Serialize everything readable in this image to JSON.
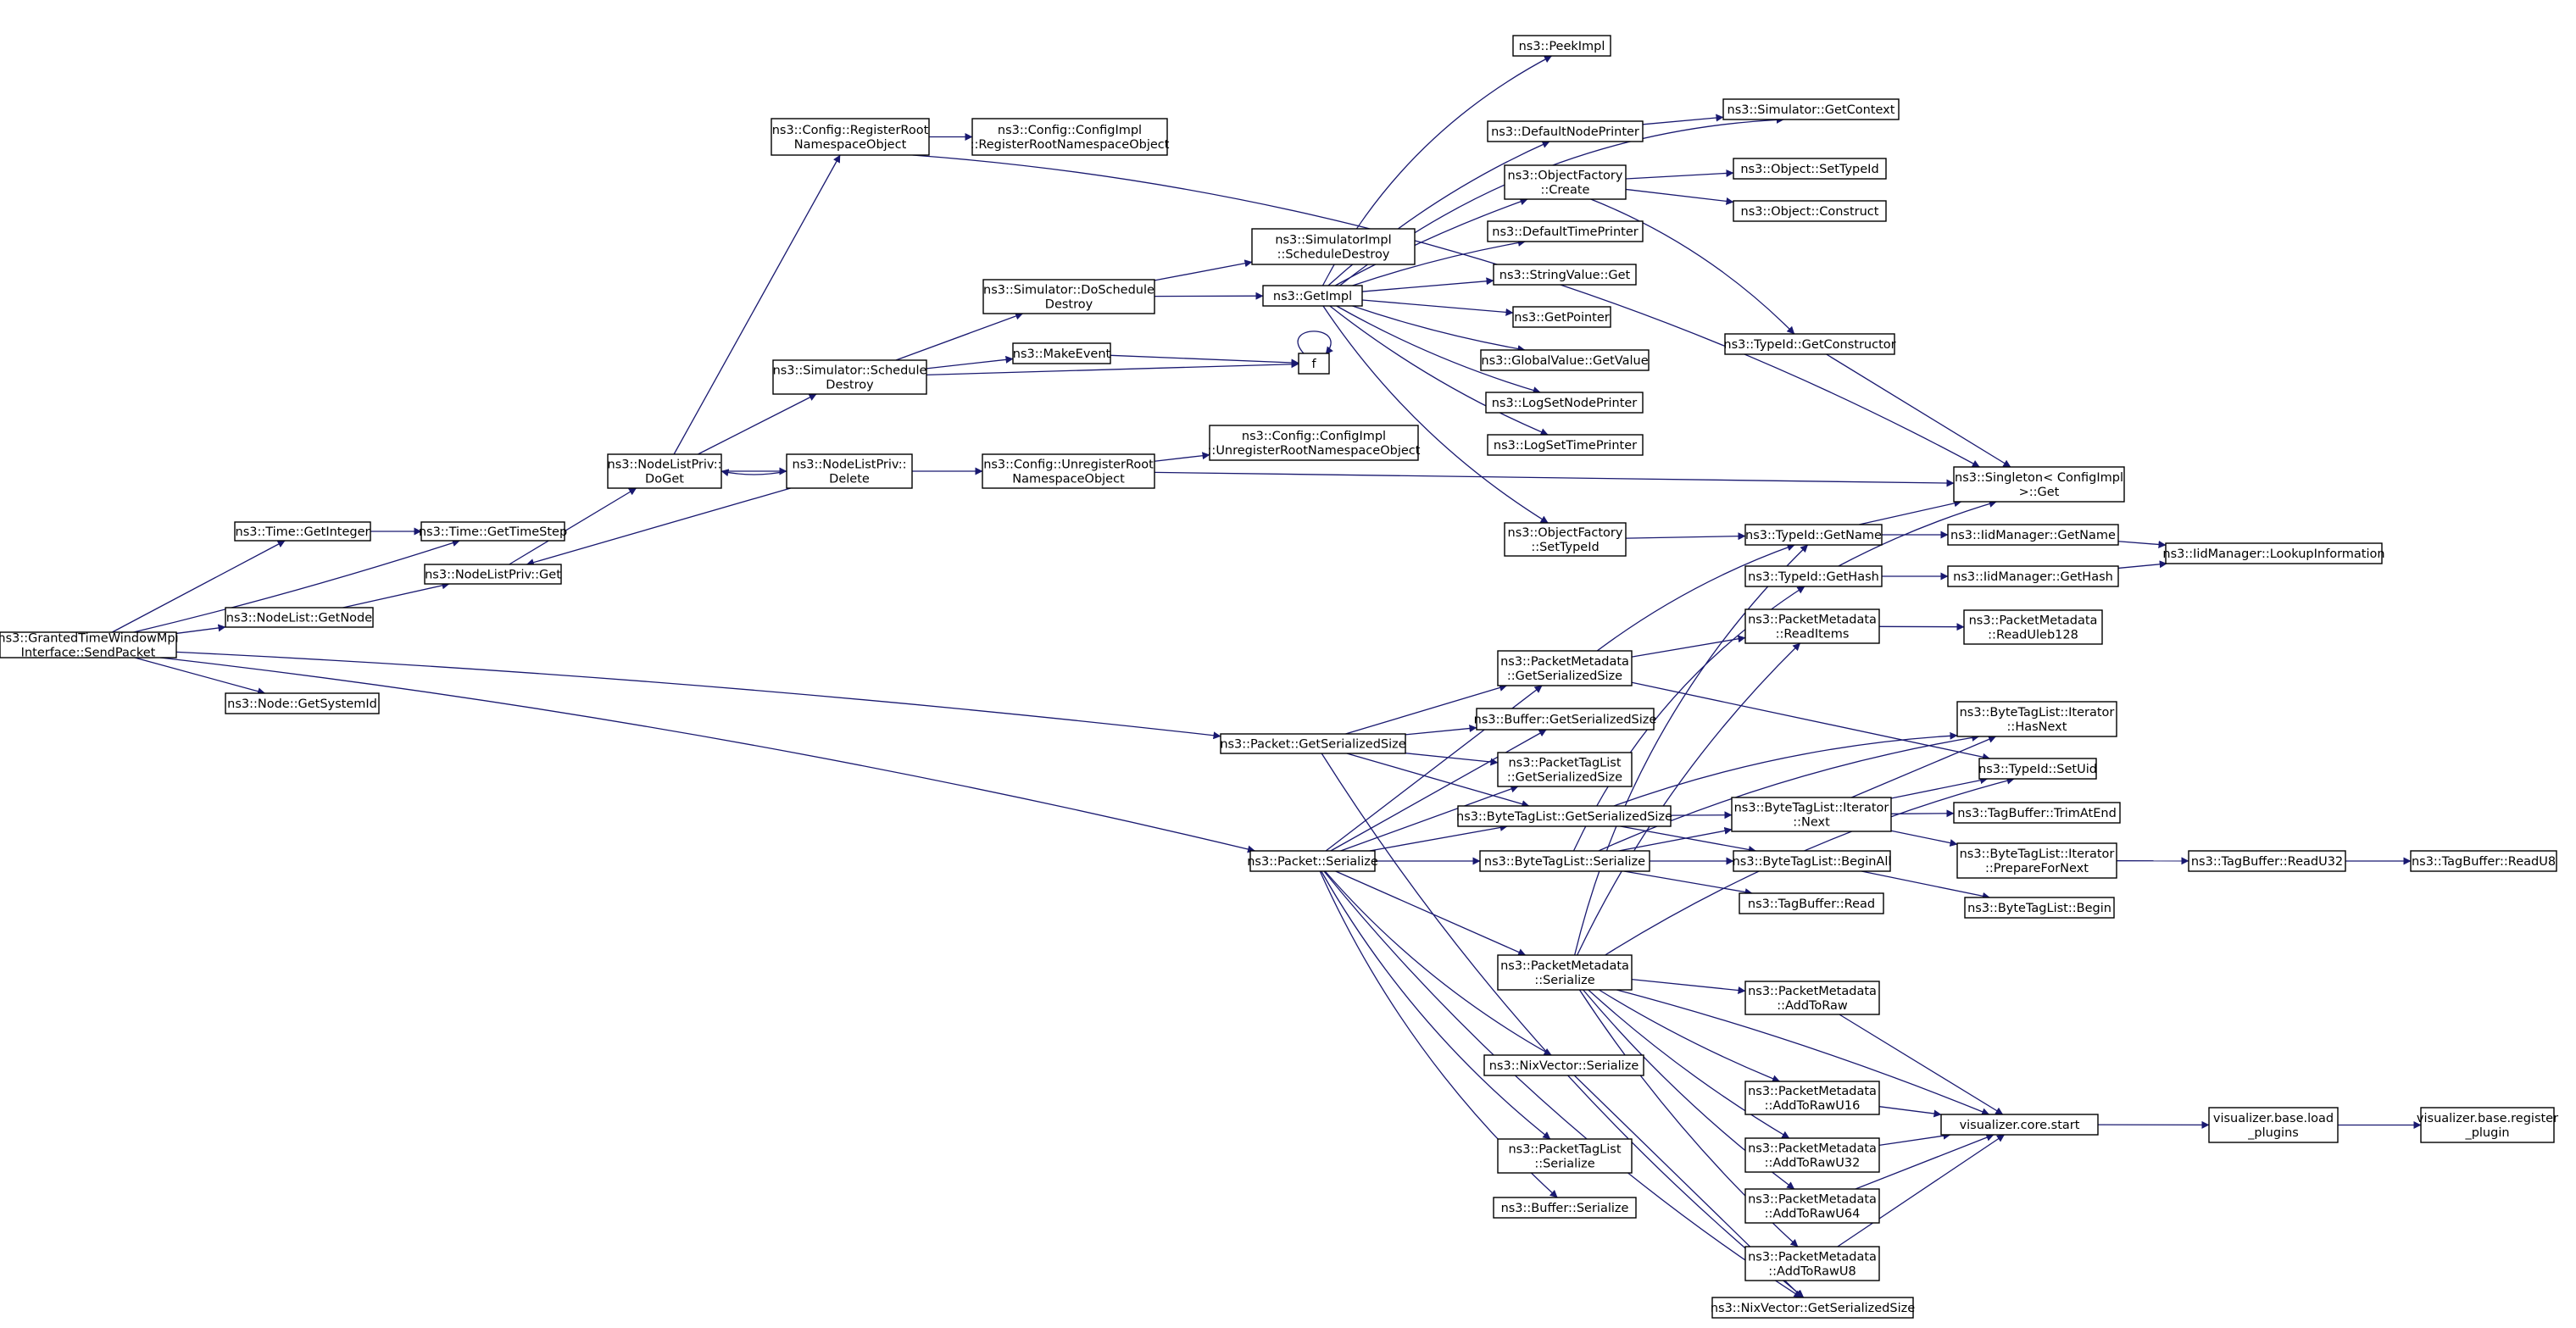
{
  "colors": {
    "edge": "#191970",
    "node_border": "#000000",
    "node_border_undocumented": "#ff0000",
    "root_fill": "#bfbfbf",
    "background": "#ffffff"
  },
  "nodes": [
    {
      "id": "root",
      "label": [
        "ns3::GrantedTimeWindowMpi",
        "Interface::SendPacket"
      ],
      "root": true
    },
    {
      "id": "time_getinteger",
      "label": [
        "ns3::Time::GetInteger"
      ]
    },
    {
      "id": "time_gettimestep",
      "label": [
        "ns3::Time::GetTimeStep"
      ]
    },
    {
      "id": "nodelist_getnode",
      "label": [
        "ns3::NodeList::GetNode"
      ]
    },
    {
      "id": "nodelistpriv_get",
      "label": [
        "ns3::NodeListPriv::Get"
      ]
    },
    {
      "id": "nodelistpriv_doget",
      "label": [
        "ns3::NodeListPriv::",
        "DoGet"
      ]
    },
    {
      "id": "nodelistpriv_delete",
      "label": [
        "ns3::NodeListPriv::",
        "Delete"
      ]
    },
    {
      "id": "config_registerroot",
      "label": [
        "ns3::Config::RegisterRoot",
        "NamespaceObject"
      ]
    },
    {
      "id": "configimpl_registerroot",
      "label": [
        "ns3::Config::ConfigImpl",
        "::RegisterRootNamespaceObject"
      ]
    },
    {
      "id": "simulator_scheduledestroy",
      "label": [
        "ns3::Simulator::Schedule",
        "Destroy"
      ]
    },
    {
      "id": "simulator_doscheduledestroy",
      "label": [
        "ns3::Simulator::DoSchedule",
        "Destroy"
      ]
    },
    {
      "id": "simulatorimpl_scheduledestroy",
      "label": [
        "ns3::SimulatorImpl",
        "::ScheduleDestroy"
      ]
    },
    {
      "id": "makeevent",
      "label": [
        "ns3::MakeEvent"
      ]
    },
    {
      "id": "f",
      "label": [
        "f"
      ]
    },
    {
      "id": "getimpl",
      "label": [
        "ns3::GetImpl"
      ]
    },
    {
      "id": "config_unregisterroot",
      "label": [
        "ns3::Config::UnregisterRoot",
        "NamespaceObject"
      ]
    },
    {
      "id": "configimpl_unregisterroot",
      "label": [
        "ns3::Config::ConfigImpl",
        "::UnregisterRootNamespaceObject"
      ]
    },
    {
      "id": "peekimpl",
      "label": [
        "ns3::PeekImpl"
      ]
    },
    {
      "id": "defaultnodeprinter",
      "label": [
        "ns3::DefaultNodePrinter"
      ]
    },
    {
      "id": "simulator_getcontext",
      "label": [
        "ns3::Simulator::GetContext"
      ],
      "undocumented": true
    },
    {
      "id": "objectfactory_create",
      "label": [
        "ns3::ObjectFactory",
        "::Create"
      ]
    },
    {
      "id": "object_settypeid",
      "label": [
        "ns3::Object::SetTypeId"
      ],
      "undocumented": true
    },
    {
      "id": "object_construct",
      "label": [
        "ns3::Object::Construct"
      ],
      "undocumented": true
    },
    {
      "id": "defaulttimeprinter",
      "label": [
        "ns3::DefaultTimePrinter"
      ],
      "undocumented": true
    },
    {
      "id": "stringvalue_get",
      "label": [
        "ns3::StringValue::Get"
      ]
    },
    {
      "id": "getpointer",
      "label": [
        "ns3::GetPointer"
      ]
    },
    {
      "id": "globalvalue_getvalue",
      "label": [
        "ns3::GlobalValue::GetValue"
      ],
      "undocumented": true
    },
    {
      "id": "typeid_getconstructor",
      "label": [
        "ns3::TypeId::GetConstructor"
      ],
      "undocumented": true
    },
    {
      "id": "logsetnodeprinter",
      "label": [
        "ns3::LogSetNodePrinter"
      ]
    },
    {
      "id": "logsettimeprinter",
      "label": [
        "ns3::LogSetTimePrinter"
      ],
      "undocumented": true
    },
    {
      "id": "singleton_get",
      "label": [
        "ns3::Singleton< ConfigImpl",
        ">::Get"
      ]
    },
    {
      "id": "objectfactory_settypeid",
      "label": [
        "ns3::ObjectFactory",
        "::SetTypeId"
      ]
    },
    {
      "id": "typeid_getname",
      "label": [
        "ns3::TypeId::GetName"
      ]
    },
    {
      "id": "iidmanager_getname",
      "label": [
        "ns3::IidManager::GetName"
      ]
    },
    {
      "id": "iidmanager_lookupinformation",
      "label": [
        "ns3::IidManager::LookupInformation"
      ]
    },
    {
      "id": "typeid_gethash",
      "label": [
        "ns3::TypeId::GetHash"
      ]
    },
    {
      "id": "iidmanager_gethash",
      "label": [
        "ns3::IidManager::GetHash"
      ]
    },
    {
      "id": "packetmetadata_readitems",
      "label": [
        "ns3::PacketMetadata",
        "::ReadItems"
      ]
    },
    {
      "id": "packetmetadata_readuleb128",
      "label": [
        "ns3::PacketMetadata",
        "::ReadUleb128"
      ]
    },
    {
      "id": "node_getsystemid",
      "label": [
        "ns3::Node::GetSystemId"
      ]
    },
    {
      "id": "packetmetadata_getserializedsize",
      "label": [
        "ns3::PacketMetadata",
        "::GetSerializedSize"
      ]
    },
    {
      "id": "packet_getserializedsize",
      "label": [
        "ns3::Packet::GetSerializedSize"
      ]
    },
    {
      "id": "buffer_getserializedsize",
      "label": [
        "ns3::Buffer::GetSerializedSize"
      ]
    },
    {
      "id": "bytetaglist_iterator_hasnext",
      "label": [
        "ns3::ByteTagList::Iterator",
        "::HasNext"
      ]
    },
    {
      "id": "packettaglist_getserializedsize",
      "label": [
        "ns3::PacketTagList",
        "::GetSerializedSize"
      ]
    },
    {
      "id": "typeid_setuid",
      "label": [
        "ns3::TypeId::SetUid"
      ]
    },
    {
      "id": "bytetaglist_getserializedsize",
      "label": [
        "ns3::ByteTagList::GetSerializedSize"
      ]
    },
    {
      "id": "bytetaglist_iterator_next",
      "label": [
        "ns3::ByteTagList::Iterator",
        "::Next"
      ]
    },
    {
      "id": "tagbuffer_trimatend",
      "label": [
        "ns3::TagBuffer::TrimAtEnd"
      ]
    },
    {
      "id": "packet_serialize",
      "label": [
        "ns3::Packet::Serialize"
      ]
    },
    {
      "id": "bytetaglist_serialize",
      "label": [
        "ns3::ByteTagList::Serialize"
      ]
    },
    {
      "id": "bytetaglist_beginall",
      "label": [
        "ns3::ByteTagList::BeginAll"
      ]
    },
    {
      "id": "bytetaglist_iterator_preparefornext",
      "label": [
        "ns3::ByteTagList::Iterator",
        "::PrepareForNext"
      ]
    },
    {
      "id": "tagbuffer_readu32",
      "label": [
        "ns3::TagBuffer::ReadU32"
      ]
    },
    {
      "id": "tagbuffer_readu8",
      "label": [
        "ns3::TagBuffer::ReadU8"
      ]
    },
    {
      "id": "tagbuffer_read",
      "label": [
        "ns3::TagBuffer::Read"
      ]
    },
    {
      "id": "bytetaglist_begin",
      "label": [
        "ns3::ByteTagList::Begin"
      ]
    },
    {
      "id": "packetmetadata_serialize",
      "label": [
        "ns3::PacketMetadata",
        "::Serialize"
      ]
    },
    {
      "id": "packetmetadata_addtoraw",
      "label": [
        "ns3::PacketMetadata",
        "::AddToRaw"
      ]
    },
    {
      "id": "nixvector_serialize",
      "label": [
        "ns3::NixVector::Serialize"
      ]
    },
    {
      "id": "packetmetadata_addtorawu16",
      "label": [
        "ns3::PacketMetadata",
        "::AddToRawU16"
      ]
    },
    {
      "id": "visualizer_core_start",
      "label": [
        "visualizer.core.start"
      ]
    },
    {
      "id": "visualizer_base_load_plugins",
      "label": [
        "visualizer.base.load",
        "_plugins"
      ]
    },
    {
      "id": "visualizer_base_register_plugin",
      "label": [
        "visualizer.base.register",
        "_plugin"
      ]
    },
    {
      "id": "packettaglist_serialize",
      "label": [
        "ns3::PacketTagList",
        "::Serialize"
      ]
    },
    {
      "id": "packetmetadata_addtorawu32",
      "label": [
        "ns3::PacketMetadata",
        "::AddToRawU32"
      ]
    },
    {
      "id": "packetmetadata_addtorawu64",
      "label": [
        "ns3::PacketMetadata",
        "::AddToRawU64"
      ]
    },
    {
      "id": "buffer_serialize",
      "label": [
        "ns3::Buffer::Serialize"
      ]
    },
    {
      "id": "packetmetadata_addtorawu8",
      "label": [
        "ns3::PacketMetadata",
        "::AddToRawU8"
      ]
    },
    {
      "id": "nixvector_getserializedsize",
      "label": [
        "ns3::NixVector::GetSerializedSize"
      ]
    }
  ]
}
